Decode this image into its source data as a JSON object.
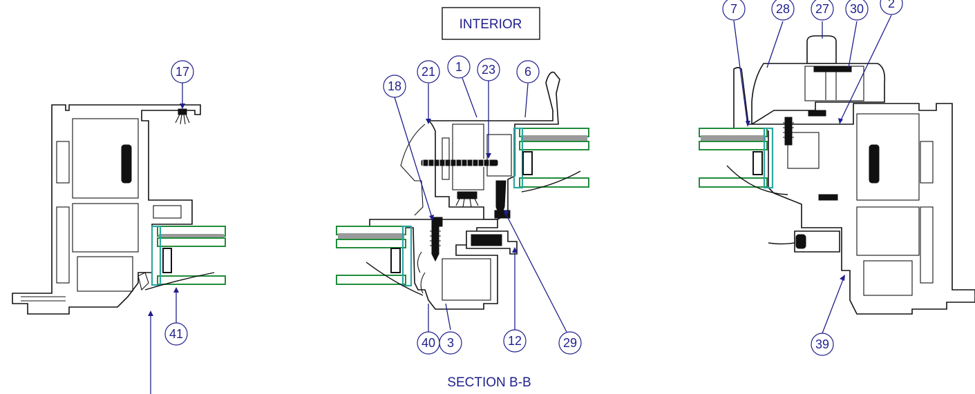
{
  "title_box": "INTERIOR",
  "caption": "SECTION B-B",
  "callouts": [
    "17",
    "41",
    "21",
    "1",
    "23",
    "6",
    "18",
    "40",
    "3",
    "12",
    "29",
    "7",
    "28",
    "27",
    "30",
    "2",
    "39"
  ],
  "colors": {
    "callout": "#1f1f8c",
    "profile": "#111111",
    "glass_edge": "#1f8c3a",
    "spacer": "#2aa7a0",
    "glass_fill": "#9a9a9a"
  }
}
